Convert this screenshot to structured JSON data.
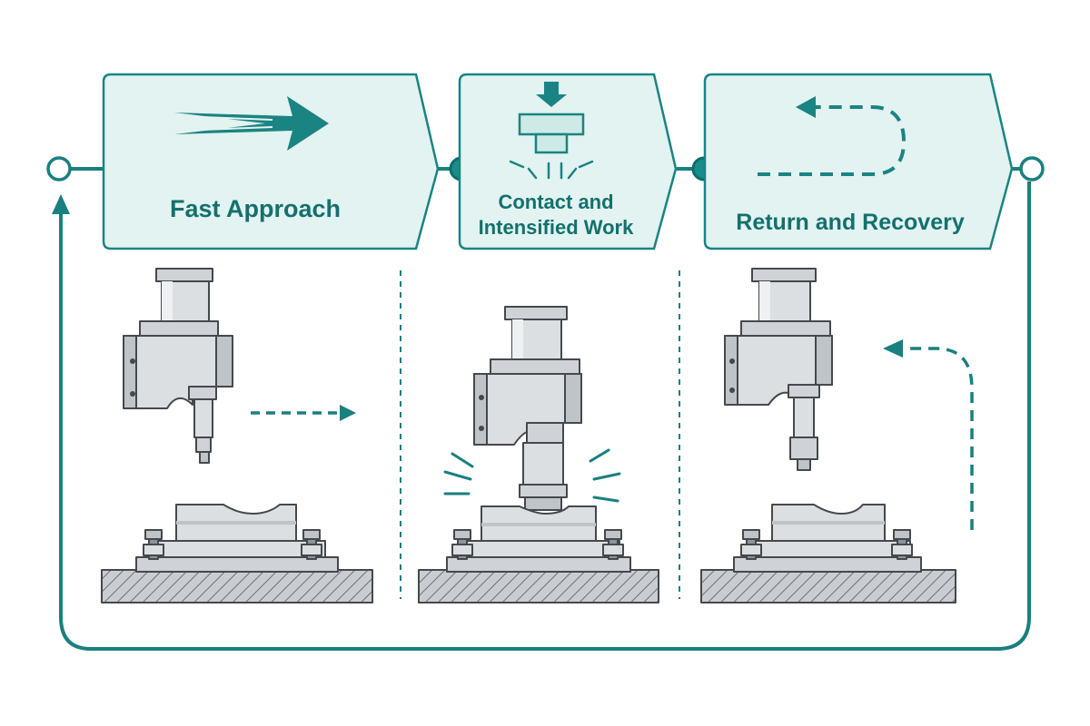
{
  "colors": {
    "teal": "#1a7f7f",
    "teal_dark": "#0e6d6b",
    "panel_fill": "#e2f3f1",
    "label_text": "#14706e",
    "metal_light": "#dcdfe2",
    "metal_mid": "#bfc4c9",
    "metal_dark": "#8d949b",
    "outline": "#45494d",
    "background": "#ffffff"
  },
  "stages": [
    {
      "id": "fast-approach",
      "label_lines": [
        "Fast Approach"
      ],
      "icon": "speed-arrow-icon"
    },
    {
      "id": "contact",
      "label_lines": [
        "Contact and",
        "Intensified Work"
      ],
      "icon": "press-down-icon"
    },
    {
      "id": "return",
      "label_lines": [
        "Return and Recovery"
      ],
      "icon": "u-turn-arrow-icon"
    }
  ],
  "loop": {
    "icon": "loop-return-arrow-icon"
  }
}
